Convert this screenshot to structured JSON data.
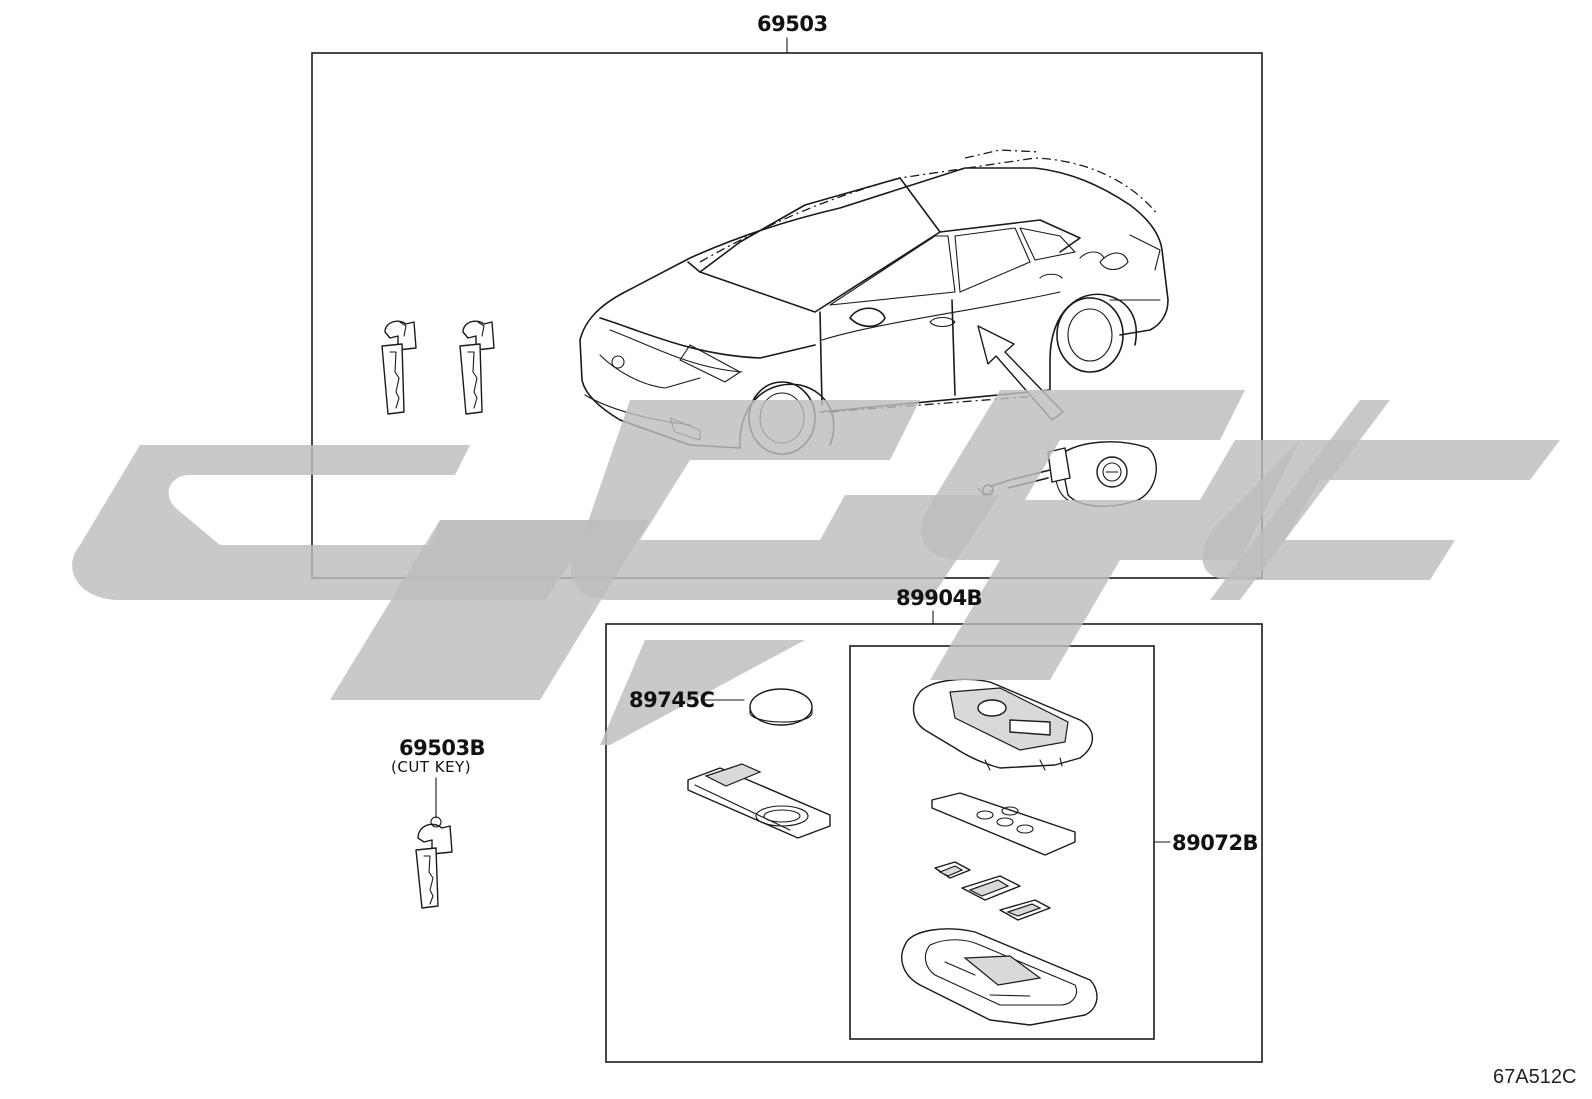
{
  "labels": {
    "kit": "69503",
    "key_case": "89904B",
    "battery": "89745C",
    "cut_key": "69503B",
    "cut_key_note": "(CUT KEY)",
    "transmitter": "89072B"
  },
  "figure_code": "67A512C",
  "colors": {
    "line": "#1a1a1a",
    "watermark": "#bdbdbd",
    "background": "#ffffff"
  }
}
